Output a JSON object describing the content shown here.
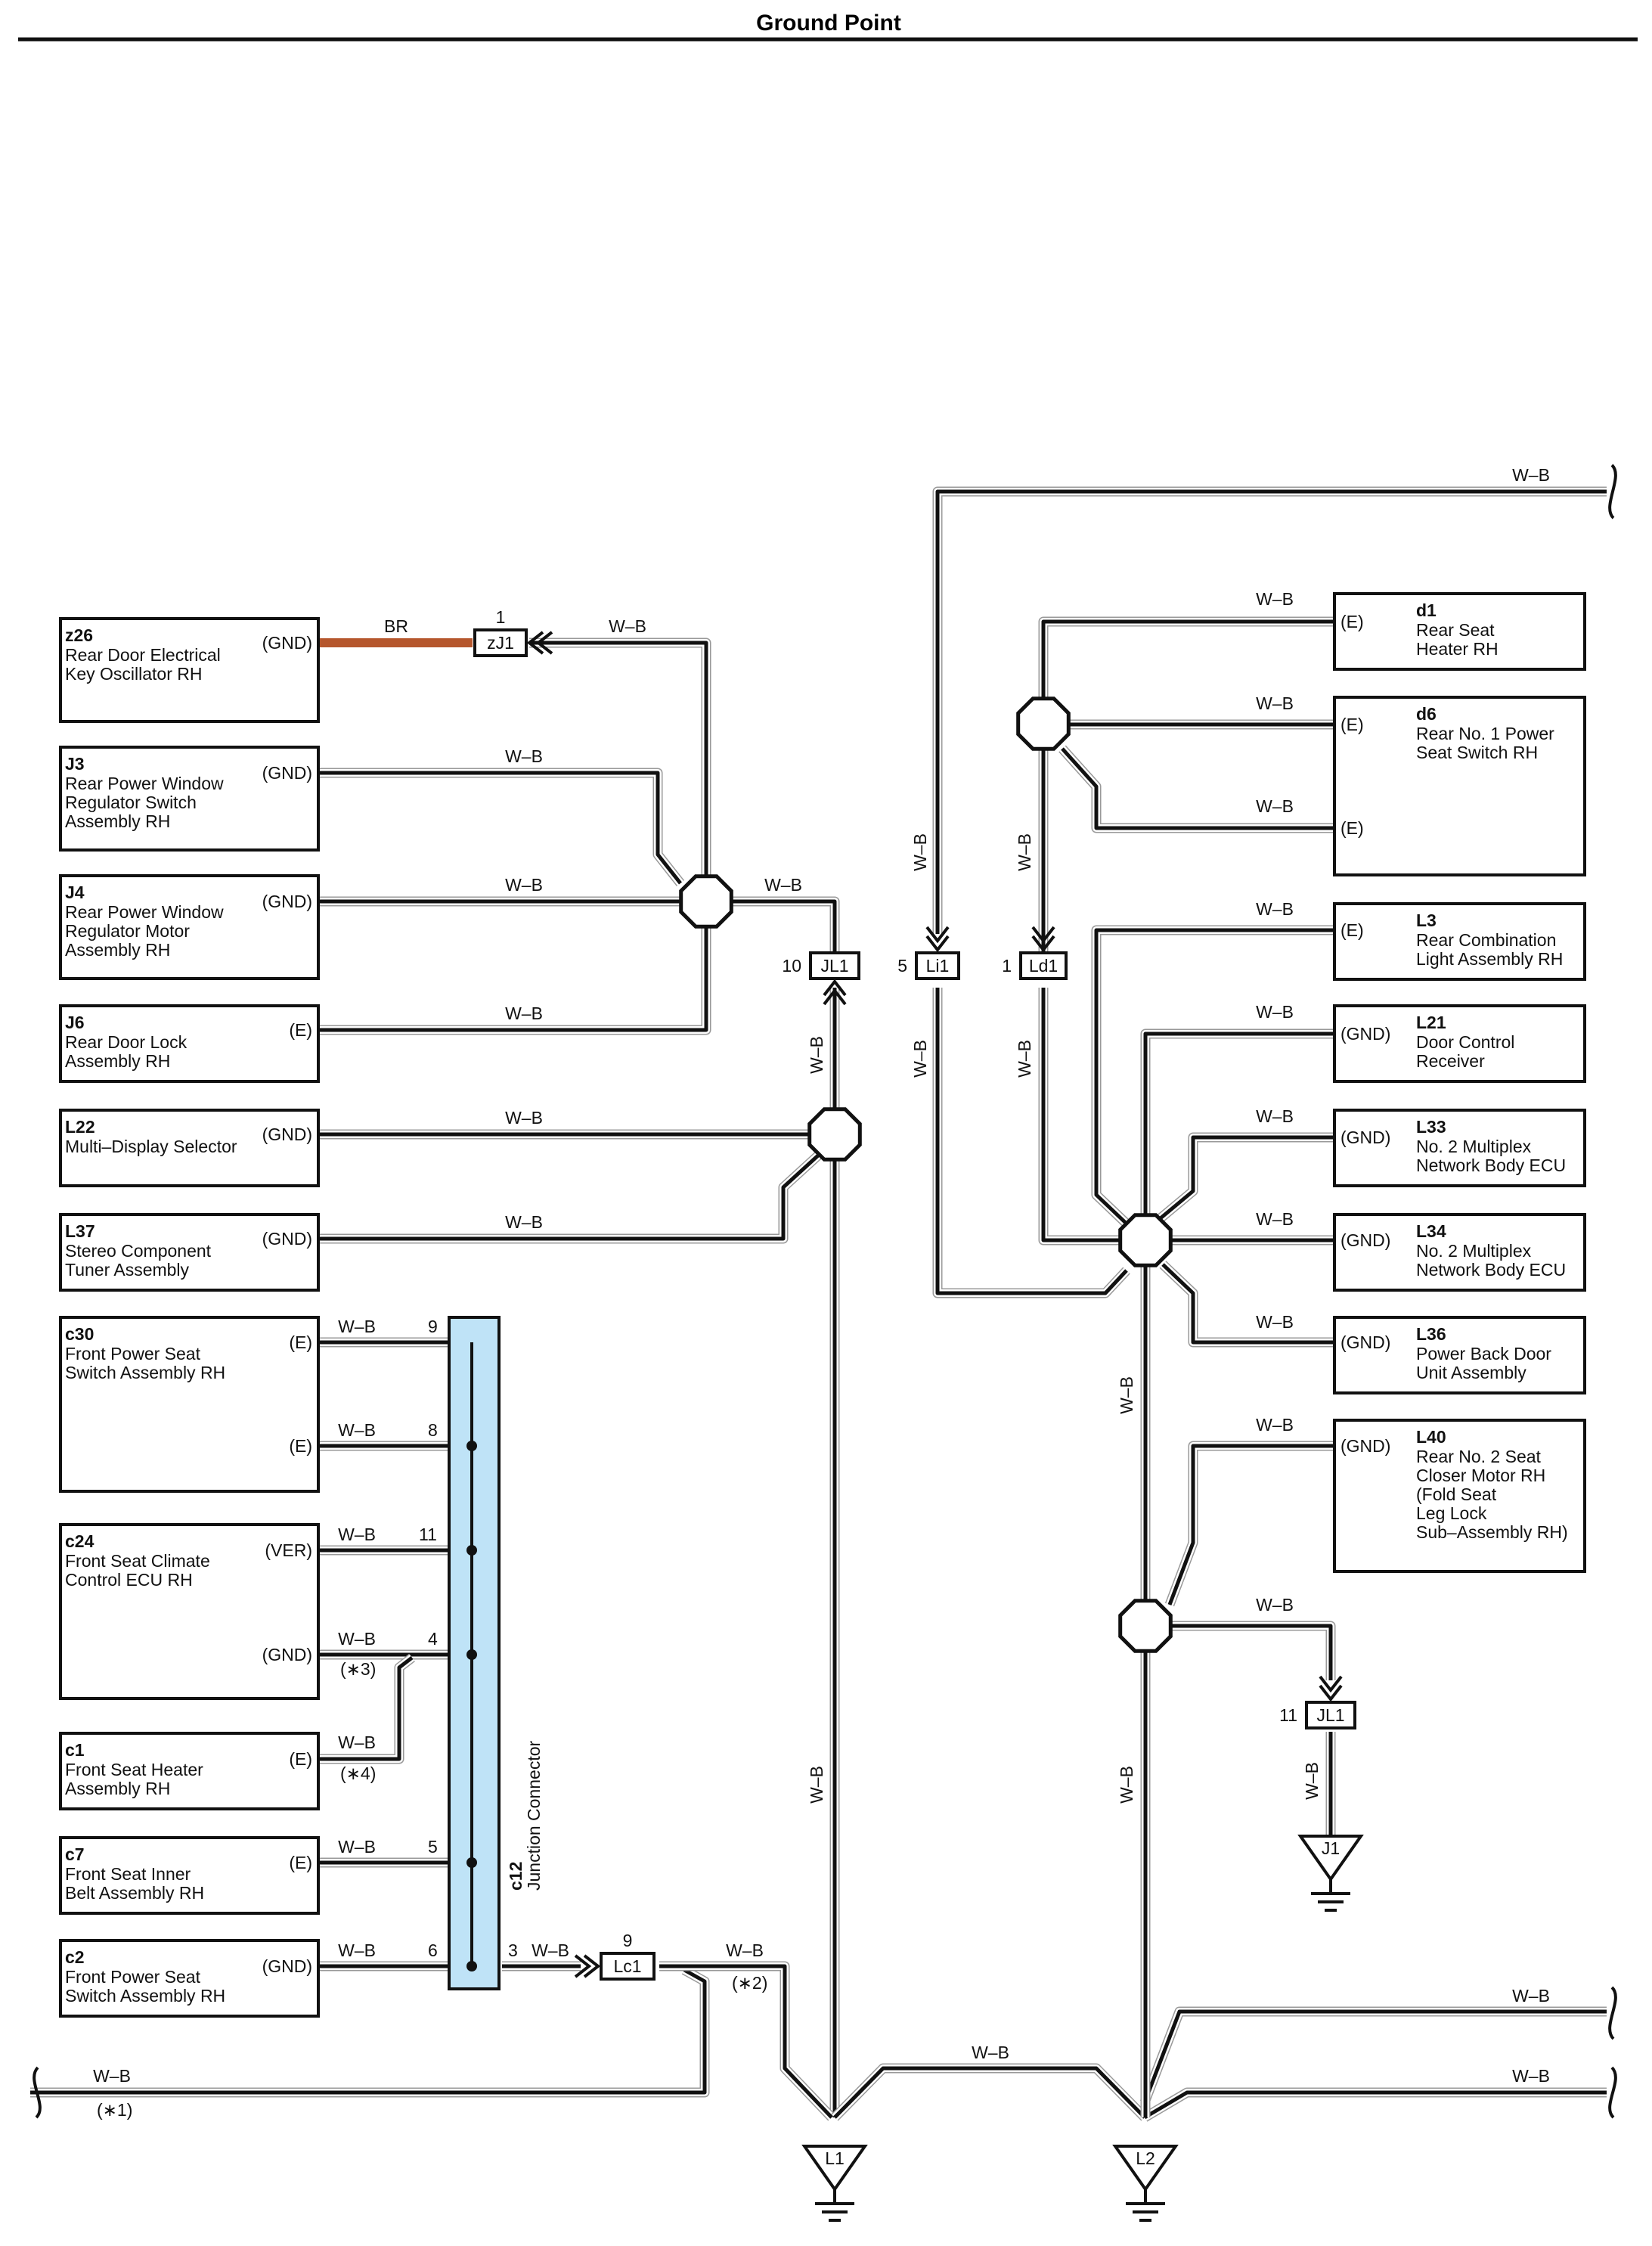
{
  "title": "Ground Point",
  "colors": {
    "wire_wb": "#111111",
    "wire_br": "#b5562c",
    "junction_fill": "#bfe3f7"
  },
  "wire_label": "W–B",
  "br_label": "BR",
  "components": {
    "z26": {
      "code": "z26",
      "name": [
        "Rear Door Electrical",
        "Key Oscillator RH"
      ],
      "terminal": "(GND)"
    },
    "J3": {
      "code": "J3",
      "name": [
        "Rear Power Window",
        "Regulator Switch",
        "Assembly RH"
      ],
      "terminal": "(GND)"
    },
    "J4": {
      "code": "J4",
      "name": [
        "Rear Power Window",
        "Regulator Motor",
        "Assembly RH"
      ],
      "terminal": "(GND)"
    },
    "J6": {
      "code": "J6",
      "name": [
        "Rear Door Lock",
        "Assembly RH"
      ],
      "terminal": "(E)"
    },
    "L22": {
      "code": "L22",
      "name": [
        "Multi–Display Selector"
      ],
      "terminal": "(GND)"
    },
    "L37": {
      "code": "L37",
      "name": [
        "Stereo Component",
        "Tuner Assembly"
      ],
      "terminal": "(GND)"
    },
    "c30": {
      "code": "c30",
      "name": [
        "Front Power Seat",
        "Switch Assembly RH"
      ],
      "terminals": [
        "(E)",
        "(E)"
      ]
    },
    "c24": {
      "code": "c24",
      "name": [
        "Front Seat Climate",
        "Control ECU RH"
      ],
      "terminals": [
        "(VER)",
        "(GND)"
      ]
    },
    "c1": {
      "code": "c1",
      "name": [
        "Front Seat Heater",
        "Assembly RH"
      ],
      "terminal": "(E)"
    },
    "c7": {
      "code": "c7",
      "name": [
        "Front Seat Inner",
        "Belt Assembly RH"
      ],
      "terminal": "(E)"
    },
    "c2": {
      "code": "c2",
      "name": [
        "Front Power Seat",
        "Switch Assembly RH"
      ],
      "terminal": "(GND)"
    },
    "d1": {
      "code": "d1",
      "name": [
        "Rear Seat",
        "Heater RH"
      ],
      "terminal": "(E)"
    },
    "d6": {
      "code": "d6",
      "name": [
        "Rear No. 1 Power",
        "Seat Switch RH"
      ],
      "terminals": [
        "(E)",
        "(E)"
      ]
    },
    "L3": {
      "code": "L3",
      "name": [
        "Rear Combination",
        "Light Assembly RH"
      ],
      "terminal": "(E)"
    },
    "L21": {
      "code": "L21",
      "name": [
        "Door Control",
        "Receiver"
      ],
      "terminal": "(GND)"
    },
    "L33": {
      "code": "L33",
      "name": [
        "No. 2 Multiplex",
        "Network Body ECU"
      ],
      "terminal": "(GND)"
    },
    "L34": {
      "code": "L34",
      "name": [
        "No. 2 Multiplex",
        "Network Body ECU"
      ],
      "terminal": "(GND)"
    },
    "L36": {
      "code": "L36",
      "name": [
        "Power Back Door",
        "Unit Assembly"
      ],
      "terminal": "(GND)"
    },
    "L40": {
      "code": "L40",
      "name": [
        "Rear No. 2 Seat",
        "Closer Motor RH",
        "(Fold Seat",
        " Leg Lock",
        " Sub–Assembly RH)"
      ],
      "terminal": "(GND)"
    }
  },
  "junction_connector": {
    "code": "c12",
    "name": "Junction Connector"
  },
  "connectors": {
    "zJ1": {
      "label": "zJ1",
      "pin": "1"
    },
    "JL1_top": {
      "label": "JL1",
      "pin": "10"
    },
    "Li1": {
      "label": "Li1",
      "pin": "5"
    },
    "Ld1": {
      "label": "Ld1",
      "pin": "1"
    },
    "JL1_right": {
      "label": "JL1",
      "pin": "11"
    },
    "Lc1": {
      "label": "Lc1",
      "pin": "9"
    }
  },
  "c12_pins": {
    "c30a": "9",
    "c30b": "8",
    "c24a": "11",
    "c24b": "4",
    "c7": "5",
    "c2": "6",
    "out": "3"
  },
  "notes": {
    "n1": "(∗1)",
    "n2": "(∗2)",
    "n3": "(∗3)",
    "n4": "(∗4)"
  },
  "grounds": {
    "L1": "L1",
    "L2": "L2",
    "J1": "J1"
  }
}
